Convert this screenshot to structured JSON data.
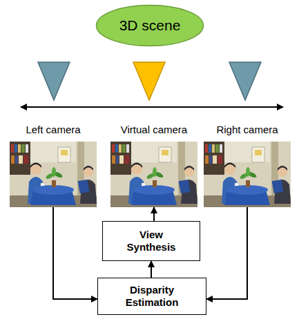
{
  "diagram": {
    "nodes": [
      {
        "text": [
          "3D scene"
        ]
      },
      {
        "text": [
          "Left camera"
        ]
      },
      {
        "text": [
          "Virtual camera"
        ]
      },
      {
        "text": [
          "Right camera"
        ]
      },
      {
        "text": [
          "View Synthesis"
        ]
      },
      {
        "text": [
          "Disparity Estimation"
        ]
      }
    ],
    "edges": [
      {
        "from": 1,
        "to": 5,
        "arrow": "to"
      },
      {
        "from": 3,
        "to": 5,
        "arrow": "to"
      },
      {
        "from": 5,
        "to": 4,
        "arrow": "to"
      },
      {
        "from": 4,
        "to": 2,
        "arrow": "to"
      }
    ]
  }
}
